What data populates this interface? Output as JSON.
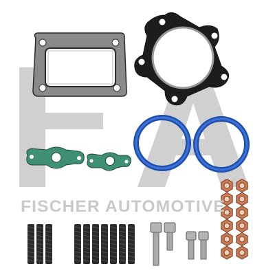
{
  "watermark": {
    "logo_letters": "FA",
    "brand_text": "FISCHER AUTOMOTIVE",
    "color": "#c9c9c9"
  },
  "colors": {
    "gasket_metal": "#8e8e8e",
    "gasket_outline": "#2a2a2a",
    "green_gasket": "#3f8f72",
    "blue_ring": "#2254b8",
    "copper_nut": "#c87a55",
    "stud": "#2b2b2b",
    "bolt": "#a8a8a8"
  },
  "parts": {
    "rectangular_gasket": 1,
    "six_hole_flange_gasket": 1,
    "small_oil_gaskets": 2,
    "o_rings": 2,
    "copper_nuts": 12,
    "studs": 10,
    "bolts": 4
  }
}
